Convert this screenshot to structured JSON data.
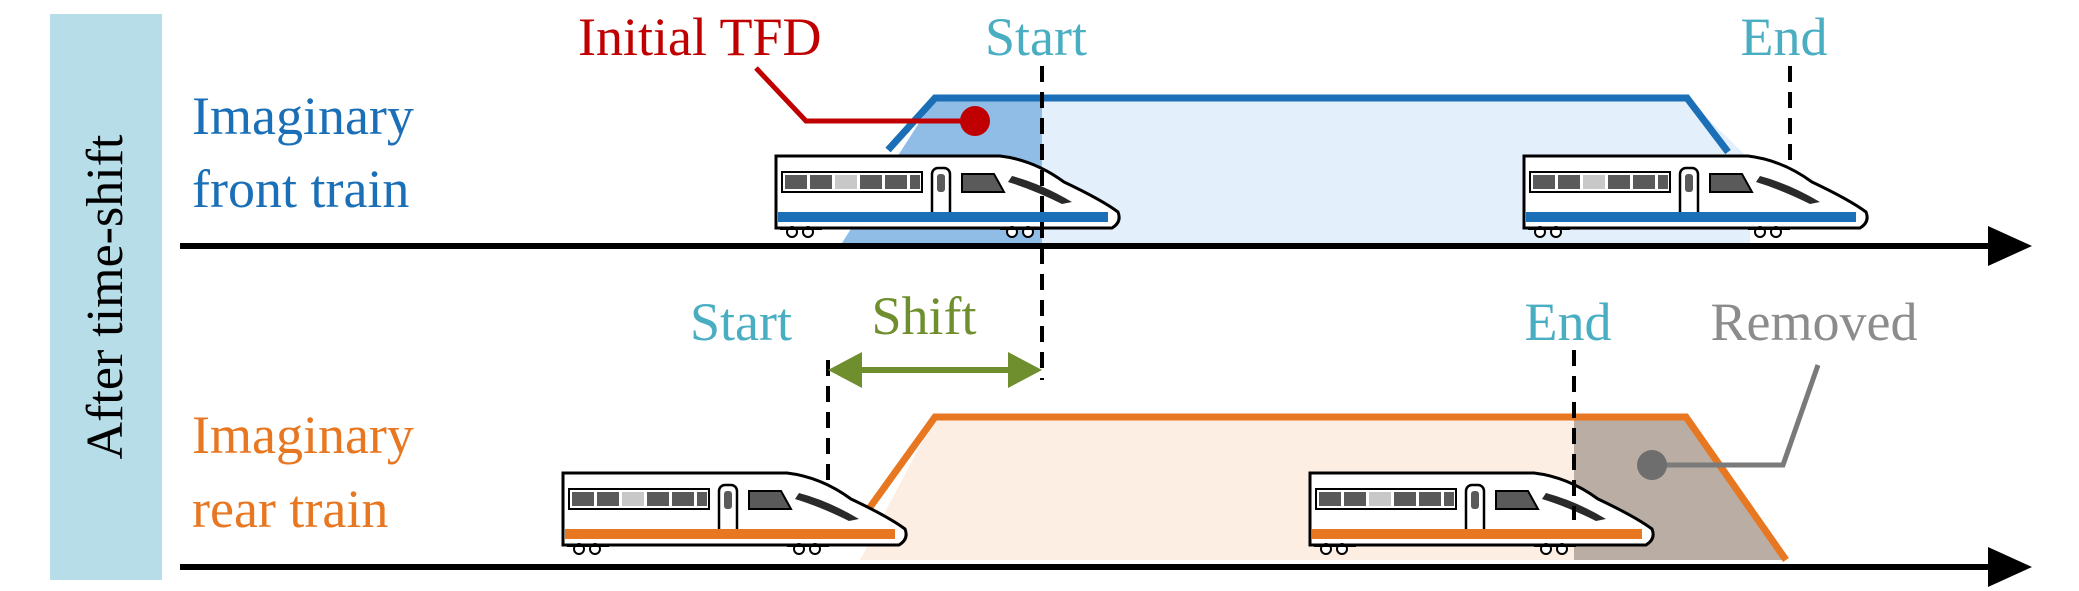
{
  "side_label": "After time-shift",
  "front": {
    "label_line1": "Imaginary",
    "label_line2": "front train",
    "start": "Start",
    "end": "End",
    "initial_tfd": "Initial TFD"
  },
  "rear": {
    "label_line1": "Imaginary",
    "label_line2": "rear train",
    "start": "Start",
    "end": "End",
    "shift": "Shift",
    "removed": "Removed"
  },
  "colors": {
    "side_band": "#b7dde8",
    "front": "#1a6fb7",
    "front_fill_light": "#e3effa",
    "front_fill_dark": "#8fbde6",
    "rear": "#e87722",
    "rear_fill_light": "#fdeee3",
    "removed_fill": "#b9ada4",
    "start_end": "#4aaec3",
    "initial_tfd": "#c00000",
    "shift": "#6f8f2f",
    "removed_text": "#8c8c8c",
    "axis": "#000000"
  }
}
